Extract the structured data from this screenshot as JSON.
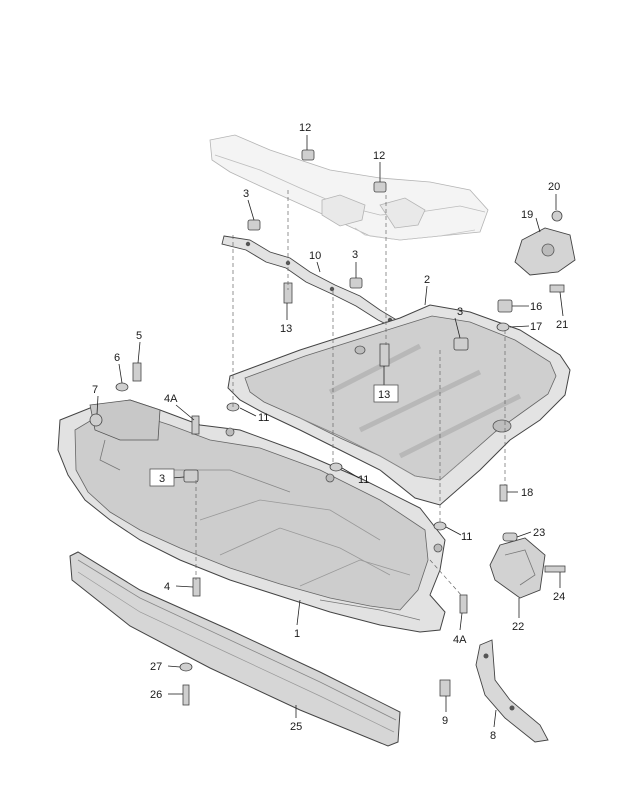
{
  "diagram": {
    "labels": {
      "p1": "1",
      "p2": "2",
      "p3a": "3",
      "p3b": "3",
      "p3c": "3",
      "p3d": "3",
      "p4": "4",
      "p4a1": "4A",
      "p4a2": "4A",
      "p5": "5",
      "p6": "6",
      "p7": "7",
      "p8": "8",
      "p9": "9",
      "p10": "10",
      "p11a": "11",
      "p11b": "11",
      "p11c": "11",
      "p12a": "12",
      "p12b": "12",
      "p13a": "13",
      "p13b": "13",
      "p16": "16",
      "p17": "17",
      "p18": "18",
      "p19": "19",
      "p20": "20",
      "p21": "21",
      "p22": "22",
      "p23": "23",
      "p24": "24",
      "p25": "25",
      "p26": "26",
      "p27": "27"
    },
    "colors": {
      "part_fill": "#e4e4e4",
      "part_dark": "#b9b9b9",
      "part_shadow": "#8f8f8f",
      "line": "#444444"
    }
  }
}
